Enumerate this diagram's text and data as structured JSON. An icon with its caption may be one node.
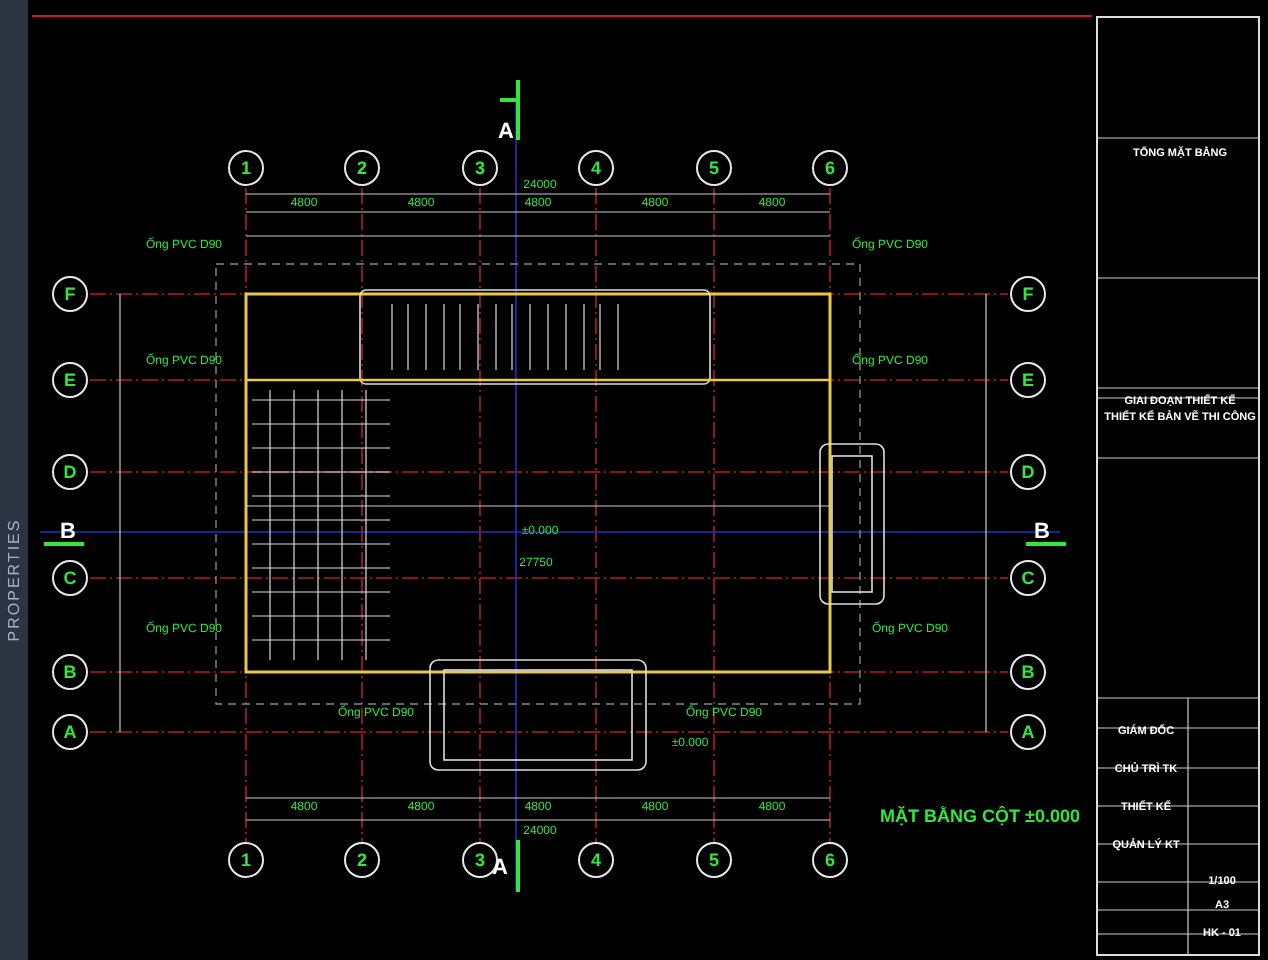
{
  "diagram": {
    "title": "MẶT BẰNG CỘT ±0.000",
    "nodes": [
      {
        "text": [
          "1"
        ]
      },
      {
        "text": [
          "2"
        ]
      },
      {
        "text": [
          "3"
        ]
      },
      {
        "text": [
          "4"
        ]
      },
      {
        "text": [
          "5"
        ]
      },
      {
        "text": [
          "6"
        ]
      },
      {
        "text": [
          "F"
        ]
      },
      {
        "text": [
          "E"
        ]
      },
      {
        "text": [
          "D"
        ]
      },
      {
        "text": [
          "C"
        ]
      },
      {
        "text": [
          "B"
        ]
      },
      {
        "text": [
          "A"
        ]
      },
      {
        "text": [
          "F"
        ]
      },
      {
        "text": [
          "E"
        ]
      },
      {
        "text": [
          "D"
        ]
      },
      {
        "text": [
          "C"
        ]
      },
      {
        "text": [
          "B"
        ]
      },
      {
        "text": [
          "A"
        ]
      },
      {
        "text": [
          "1"
        ]
      },
      {
        "text": [
          "2"
        ]
      },
      {
        "text": [
          "3"
        ]
      },
      {
        "text": [
          "4"
        ]
      },
      {
        "text": [
          "5"
        ]
      },
      {
        "text": [
          "6"
        ]
      }
    ],
    "labels": [
      "A",
      "24000",
      "4800",
      "4800",
      "4800",
      "4800",
      "4800",
      "Ống PVC D90",
      "Ống PVC D90",
      "Ống PVC D90",
      "Ống PVC D90",
      "B",
      "B",
      "±0.000",
      "27750",
      "Ống PVC D90",
      "Ống PVC D90",
      "Ống PVC D90",
      "Ống PVC D90",
      "±0.000",
      "4800",
      "4800",
      "4800",
      "4800",
      "4800",
      "24000",
      "A",
      "PROPERTIES",
      "TỔNG MẶT BẰNG",
      "GIAI ĐOẠN THIẾT KẾ",
      "THIẾT KẾ BẢN VẼ THI CÔNG",
      "GIÁM ĐỐC",
      "CHỦ TRÌ TK",
      "THIẾT KẾ",
      "QUẢN LÝ KT",
      "1/100",
      "A3",
      "HK - 01"
    ]
  }
}
